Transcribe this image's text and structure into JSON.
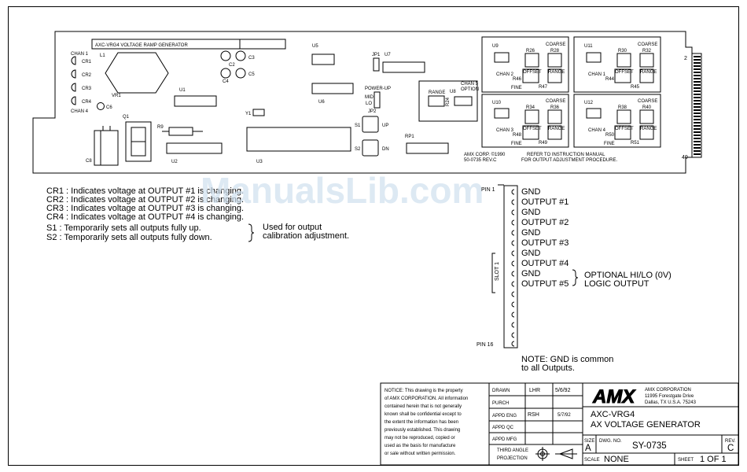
{
  "board": {
    "title": "AXC-VRG4 VOLTAGE RAMP GENERATOR",
    "edge_top": "2",
    "edge_bottom": "40",
    "corp_lines": [
      "AMX CORP. ©1990",
      "50-0735 REV.C"
    ],
    "refer_lines": [
      "REFER TO INSTRUCTION MANUAL",
      "FOR OUTPUT ADJUSTMENT PROCEDURE."
    ],
    "leds": [
      "CR1",
      "CR2",
      "CR3",
      "CR4"
    ],
    "chan1": "CHAN 1",
    "chan4": "CHAN 4",
    "l1": "L1",
    "vr1": "VR1",
    "q1": "Q1",
    "r9": "R9",
    "c8": "C8",
    "c6": "C6",
    "caps": [
      "C3",
      "C2",
      "C4",
      "C5"
    ],
    "u1": "U1",
    "u2": "U2",
    "u3": "U3",
    "u5": "U5",
    "u6": "U6",
    "u7": "U7",
    "u8": "U8",
    "y1": "Y1",
    "jp1": "JP1",
    "jp2": "JP2",
    "powerup": "POWER-UP",
    "mid": "MID",
    "lo": "LO",
    "s1": "S1",
    "s2": "S2",
    "up": "UP",
    "dn": "DN",
    "rp1": "RP1",
    "chan5_lines": [
      "CHAN 5",
      "OPTION"
    ],
    "range": "RANGE",
    "r24": "R24",
    "channels": [
      {
        "u": "U9",
        "chan": "CHAN 2",
        "r_off": "R26",
        "r_rng": "R28",
        "r_fine": "R46",
        "r_adj": "R47"
      },
      {
        "u": "U11",
        "chan": "CHAN 1",
        "r_off": "R30",
        "r_rng": "R32",
        "r_fine": "R44",
        "r_adj": "R45"
      },
      {
        "u": "U10",
        "chan": "CHAN 3",
        "r_off": "R34",
        "r_rng": "R36",
        "r_fine": "R48",
        "r_adj": "R49"
      },
      {
        "u": "U12",
        "chan": "CHAN 4",
        "r_off": "R38",
        "r_rng": "R40",
        "r_fine": "R50",
        "r_adj": "R51"
      }
    ],
    "coarse": "COARSE",
    "offset": "OFFSET",
    "fine": "FINE"
  },
  "notes": {
    "cr_lines": [
      "CR1 : Indicates voltage at OUTPUT #1 is changing.",
      "CR2 : Indicates voltage at OUTPUT #2 is changing.",
      "CR3 : Indicates voltage at OUTPUT #3 is changing.",
      "CR4 : Indicates voltage at OUTPUT #4 is changing."
    ],
    "s_lines": [
      "S1 : Temporarily sets all outputs fully up.",
      "S2 : Temporarily sets all outputs fully down."
    ],
    "s_note": [
      "Used for output",
      "calibration adjustment."
    ]
  },
  "connector": {
    "pin1": "PIN 1",
    "pin16": "PIN 16",
    "slot": "SLOT 1",
    "pins": [
      "GND",
      "OUTPUT #1",
      "GND",
      "OUTPUT #2",
      "GND",
      "OUTPUT #3",
      "GND",
      "OUTPUT #4",
      "GND",
      "OUTPUT #5"
    ],
    "optional": [
      "OPTIONAL HI/LO (0V)",
      "LOGIC OUTPUT"
    ],
    "gnd_note": [
      "NOTE:  GND is common",
      "to all Outputs."
    ]
  },
  "title_block": {
    "notice": [
      "NOTICE: This drawing is the property",
      "of AMX CORPORATION. All information",
      "contained herein that is not generally",
      "known shall be confidential except to",
      "the extent the information has been",
      "previously established. This drawing",
      "may not be reproduced, copied or",
      "used as the basis for manufacture",
      "or sale without written permission."
    ],
    "drawn_label": "DRAWN",
    "drawn_by": "LHR",
    "drawn_date": "5/6/92",
    "purch_label": "PURCH",
    "appd_eng_label": "APPD ENG",
    "appd_eng_by": "RSH",
    "appd_eng_date": "5/7/92",
    "appd_qc_label": "APPD QC",
    "appd_mfg_label": "APPD MFG",
    "projection": [
      "THIRD ANGLE",
      "PROJECTION"
    ],
    "logo": "AMX",
    "company": [
      "AMX CORPORATION",
      "11995 Forestgate Drive",
      "Dallas, TX U.S.A. 75243"
    ],
    "title1": "AXC-VRG4",
    "title2": "AX VOLTAGE GENERATOR",
    "size_label": "SIZE",
    "size": "A",
    "dwg_label": "DWG. NO.",
    "dwg_no": "SY-0735",
    "rev_label": "REV.",
    "rev": "C",
    "scale_label": "SCALE",
    "scale": "NONE",
    "sheet_label": "SHEET",
    "sheet": "1 OF 1"
  },
  "watermark": "ManualsLib.com"
}
